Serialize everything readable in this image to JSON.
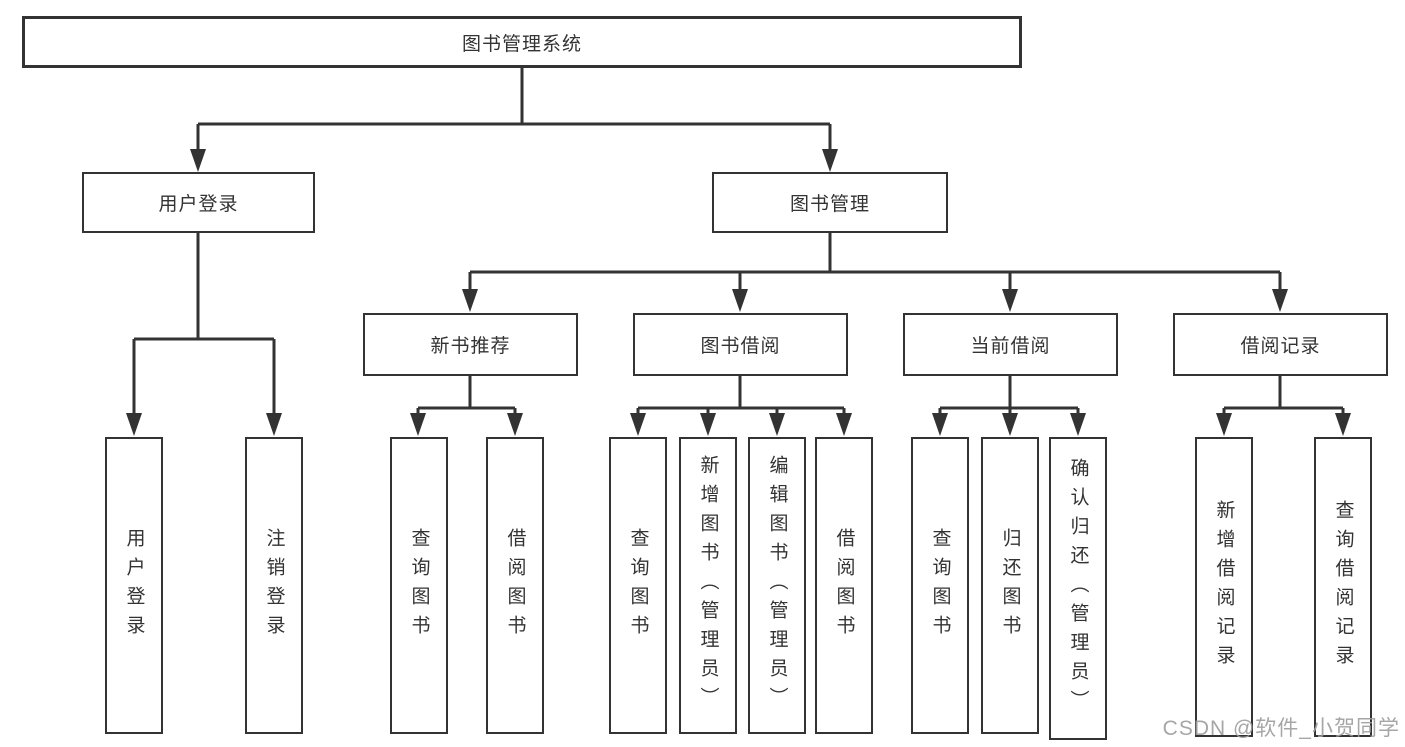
{
  "diagram": {
    "root": {
      "label": "图书管理系统"
    },
    "level2": [
      {
        "label": "用户登录"
      },
      {
        "label": "图书管理"
      }
    ],
    "level3": [
      {
        "label": "新书推荐"
      },
      {
        "label": "图书借阅"
      },
      {
        "label": "当前借阅"
      },
      {
        "label": "借阅记录"
      }
    ],
    "leaves": {
      "user_login": [
        "用户登录",
        "注销登录"
      ],
      "new_book_recommend": [
        "查询图书",
        "借阅图书"
      ],
      "book_borrow": [
        "查询图书",
        "新增图书（管理员）",
        "编辑图书（管理员）",
        "借阅图书"
      ],
      "current_borrow": [
        "查询图书",
        "归还图书",
        "确认归还（管理员）"
      ],
      "borrow_record": [
        "新增借阅记录",
        "查询借阅记录"
      ]
    }
  },
  "watermark": {
    "text": "CSDN @软件_小贺同学"
  },
  "colors": {
    "line": "#333333",
    "box_border": "#333333",
    "box_fill": "#ffffff",
    "text": "#333333",
    "watermark": "#9e9e9e"
  }
}
